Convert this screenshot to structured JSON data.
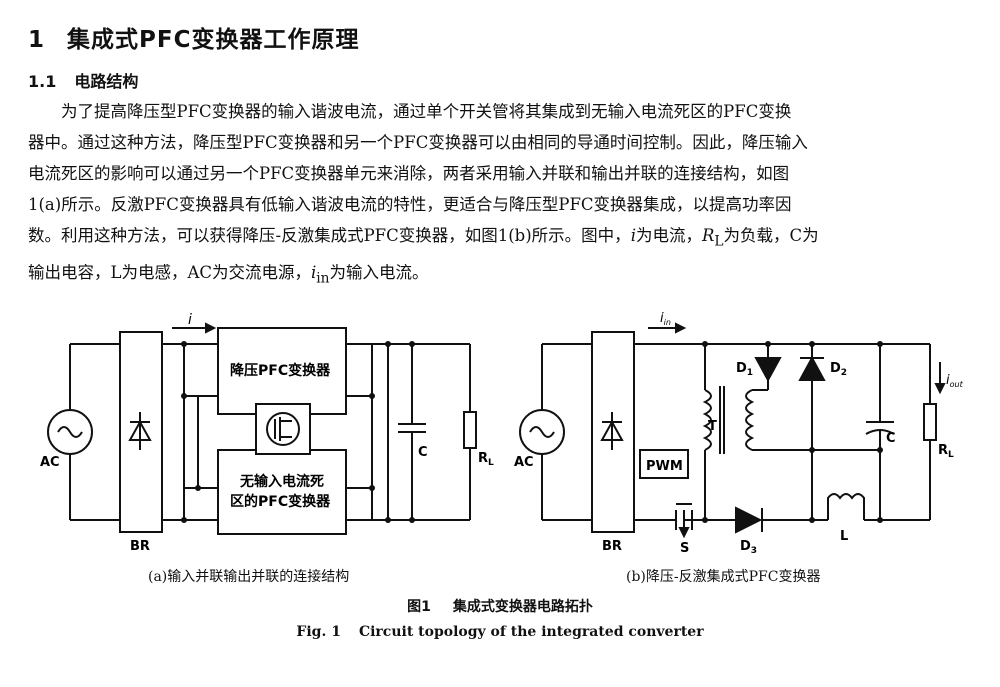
{
  "section": {
    "number": "1",
    "title": "集成式PFC变换器工作原理"
  },
  "subsection": {
    "number": "1.1",
    "title": "电路结构"
  },
  "paragraph": {
    "lines": [
      "为了提高降压型PFC变换器的输入谐波电流，通过单个开关管将其集成到无输入电流死区的PFC变换",
      "器中。通过这种方法，降压型PFC变换器和另一个PFC变换器可以由相同的导通时间控制。因此，降压输入",
      "电流死区的影响可以通过另一个PFC变换器单元来消除，两者采用输入并联和输出并联的连接结构，如图",
      "1(a)所示。反激PFC变换器具有低输入谐波电流的特性，更适合与降压型PFC变换器集成，以提高功率因",
      "数。利用这种方法，可以获得降压-反激集成式PFC变换器，如图1(b)所示。图中，"
    ],
    "last_line_parts": {
      "i": "i",
      "t1": "为电流，",
      "R": "R",
      "L_sub": "L",
      "t2": "为负载，C为",
      "t3": "输出电容，L为电感，AC为交流电源，",
      "i2": "i",
      "in_sub": "in",
      "t4": "为输入电流。"
    }
  },
  "figure": {
    "a": {
      "caption": "(a)输入并联输出并联的连接结构",
      "labels": {
        "current": "i",
        "buck_box": "降压PFC变换器",
        "other_box_line1": "无输入电流死",
        "other_box_line2": "区的PFC变换器",
        "ac": "AC",
        "br": "BR",
        "cap": "C",
        "load": "R",
        "load_sub": "L"
      }
    },
    "b": {
      "caption": "(b)降压-反激集成式PFC变换器",
      "labels": {
        "current_in": "i",
        "current_in_sub": "in",
        "current_out": "i",
        "current_out_sub": "out",
        "ac": "AC",
        "br": "BR",
        "pwm": "PWM",
        "transformer": "T",
        "d1": "D",
        "d1_sub": "1",
        "d2": "D",
        "d2_sub": "2",
        "d3": "D",
        "d3_sub": "3",
        "switch": "S",
        "inductor": "L",
        "cap": "C",
        "load": "R",
        "load_sub": "L"
      }
    },
    "title_cn": {
      "number": "图1",
      "text": "集成式变换器电路拓扑"
    },
    "title_en": {
      "number": "Fig. 1",
      "text": "Circuit topology of the integrated converter"
    }
  }
}
